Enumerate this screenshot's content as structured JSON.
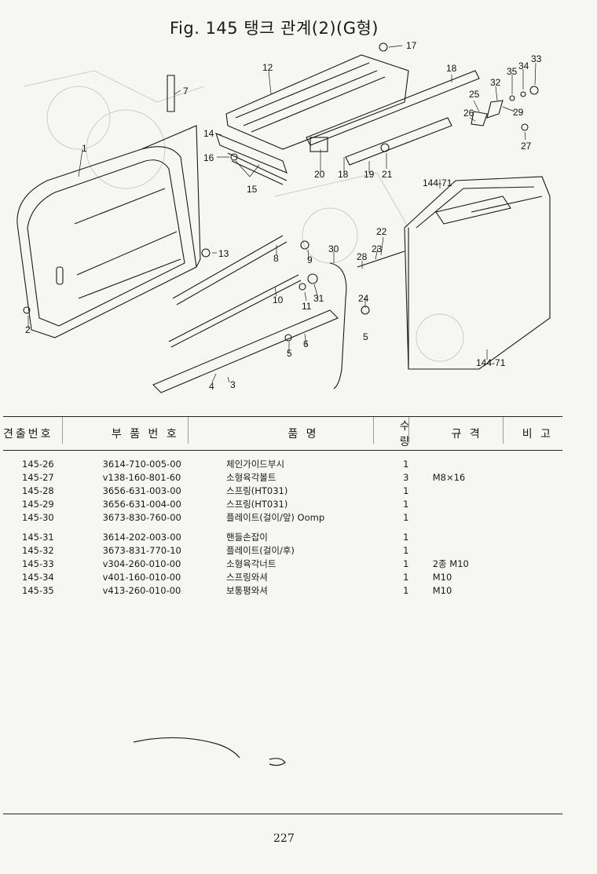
{
  "title": "Fig. 145  탱크 관계(2)(G형)",
  "diagram": {
    "callouts": [
      "1",
      "2",
      "3",
      "4",
      "5",
      "5",
      "6",
      "7",
      "8",
      "9",
      "10",
      "11",
      "12",
      "13",
      "14",
      "15",
      "16",
      "17",
      "18",
      "18",
      "19",
      "20",
      "21",
      "22",
      "23",
      "24",
      "25",
      "26",
      "27",
      "28",
      "29",
      "30",
      "31",
      "32",
      "33",
      "34",
      "35",
      "144-71",
      "144-71"
    ]
  },
  "table": {
    "headers": [
      "견출번호",
      "부 품 번 호",
      "품         명",
      "수 량",
      "규  격",
      "비 고"
    ],
    "rows": [
      {
        "no": "145-26",
        "part": "3614-710-005-00",
        "name": "체인가이드부시",
        "qty": "1",
        "spec": "",
        "note": ""
      },
      {
        "no": "145-27",
        "part": "v138-160-801-60",
        "name": "소형육각볼트",
        "qty": "3",
        "spec": "M8×16",
        "note": ""
      },
      {
        "no": "145-28",
        "part": "3656-631-003-00",
        "name": "스프링(HT031)",
        "qty": "1",
        "spec": "",
        "note": ""
      },
      {
        "no": "145-29",
        "part": "3656-631-004-00",
        "name": "스프링(HT031)",
        "qty": "1",
        "spec": "",
        "note": ""
      },
      {
        "no": "145-30",
        "part": "3673-830-760-00",
        "name": "플레이트(걸이/앞) Oomp",
        "qty": "1",
        "spec": "",
        "note": ""
      },
      {
        "no": "145-31",
        "part": "3614-202-003-00",
        "name": "핸들손잡이",
        "qty": "1",
        "spec": "",
        "note": ""
      },
      {
        "no": "145-32",
        "part": "3673-831-770-10",
        "name": "플레이트(걸이/후)",
        "qty": "1",
        "spec": "",
        "note": ""
      },
      {
        "no": "145-33",
        "part": "v304-260-010-00",
        "name": "소형육각너트",
        "qty": "1",
        "spec": "2종 M10",
        "note": ""
      },
      {
        "no": "145-34",
        "part": "v401-160-010-00",
        "name": "스프링와셔",
        "qty": "1",
        "spec": "M10",
        "note": ""
      },
      {
        "no": "145-35",
        "part": "v413-260-010-00",
        "name": "보통평와셔",
        "qty": "1",
        "spec": "M10",
        "note": ""
      }
    ]
  },
  "page_number": "227"
}
